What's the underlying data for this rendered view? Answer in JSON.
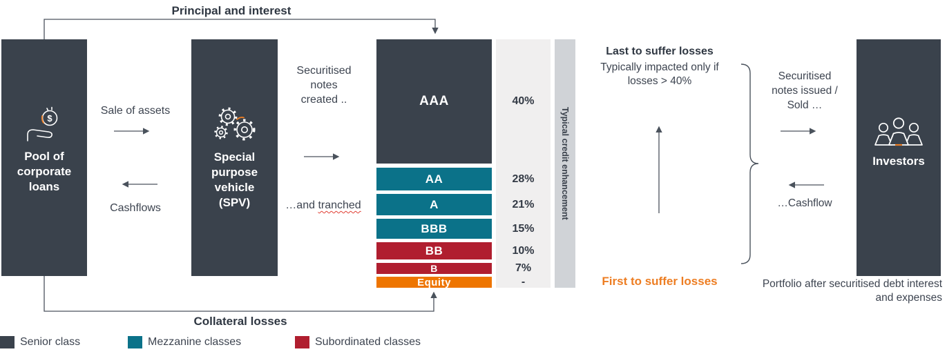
{
  "colors": {
    "senior": "#3a424c",
    "mezzanine": "#0b7289",
    "subordinated": "#b01e2f",
    "equity": "#ee7500",
    "orange_text": "#ed7d22",
    "band_bg": "#d0d3d7",
    "pct_bg": "#f0efef",
    "line": "#4a525c"
  },
  "flow": {
    "principal_and_interest": "Principal and interest",
    "sale_of_assets": "Sale of assets",
    "cashflows": "Cashflows",
    "notes_created_lines": [
      "Securitised",
      "notes",
      "created .."
    ],
    "and_tranched_prefix": "…and ",
    "and_tranched_word": "tranched",
    "collateral_losses": "Collateral losses"
  },
  "boxes": {
    "pool": {
      "lines": [
        "Pool of",
        "corporate",
        "loans"
      ]
    },
    "spv": {
      "lines": [
        "Special",
        "purpose",
        "vehicle",
        "(SPV)"
      ]
    },
    "investors": {
      "label": "Investors"
    }
  },
  "tranches": [
    {
      "label": "AAA",
      "pct": "40%",
      "class": "senior",
      "color": "#3a424c"
    },
    {
      "label": "AA",
      "pct": "28%",
      "class": "mezzanine",
      "color": "#0b7289"
    },
    {
      "label": "A",
      "pct": "21%",
      "class": "mezzanine",
      "color": "#0b7289"
    },
    {
      "label": "BBB",
      "pct": "15%",
      "class": "mezzanine",
      "color": "#0b7289"
    },
    {
      "label": "BB",
      "pct": "10%",
      "class": "subordinated",
      "color": "#b01e2f"
    },
    {
      "label": "B",
      "pct": "7%",
      "class": "subordinated",
      "color": "#b01e2f"
    },
    {
      "label": "Equity",
      "pct": "-",
      "class": "equity",
      "color": "#ee7500"
    }
  ],
  "credit_band_label": "Typical credit enhancement",
  "right_panel": {
    "last_to_suffer_title": "Last to suffer losses",
    "last_to_suffer_lines": [
      "Typically impacted only if",
      "losses > 40%"
    ],
    "first_to_suffer": "First to suffer losses",
    "notes_issued_lines": [
      "Securitised",
      "notes issued /",
      "Sold …"
    ],
    "cashflow": "…Cashflow",
    "portfolio_lines": [
      "Portfolio after securitised debt interest",
      "and expenses"
    ]
  },
  "legend": [
    "Senior class",
    "Mezzanine classes",
    "Subordinated classes"
  ]
}
